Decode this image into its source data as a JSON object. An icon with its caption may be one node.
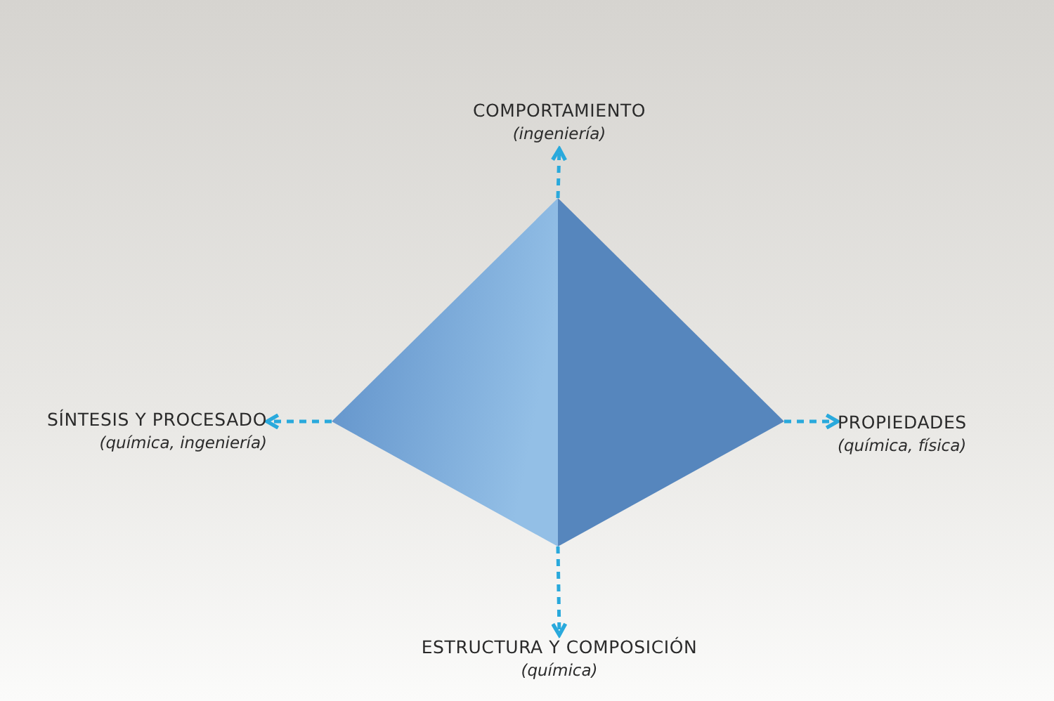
{
  "diagram": {
    "nodes": [
      {
        "text": [],
        "shape": "tetrahedron"
      },
      {
        "text": [
          "COMPORTAMIENTO",
          "(ingeniería)"
        ]
      },
      {
        "text": [
          "SÍNTESIS Y PROCESADO",
          "(química, ingeniería)"
        ]
      },
      {
        "text": [
          "PROPIEDADES",
          "(química, física)"
        ]
      },
      {
        "text": [
          "ESTRUCTURA Y COMPOSICIÓN",
          "(química)"
        ]
      }
    ],
    "edges": [
      {
        "from": 0,
        "to": 1,
        "arrow": "to",
        "style": "dashed"
      },
      {
        "from": 0,
        "to": 2,
        "arrow": "to",
        "style": "dashed"
      },
      {
        "from": 0,
        "to": 3,
        "arrow": "to",
        "style": "dashed"
      },
      {
        "from": 0,
        "to": 4,
        "arrow": "to",
        "style": "dashed"
      }
    ]
  }
}
